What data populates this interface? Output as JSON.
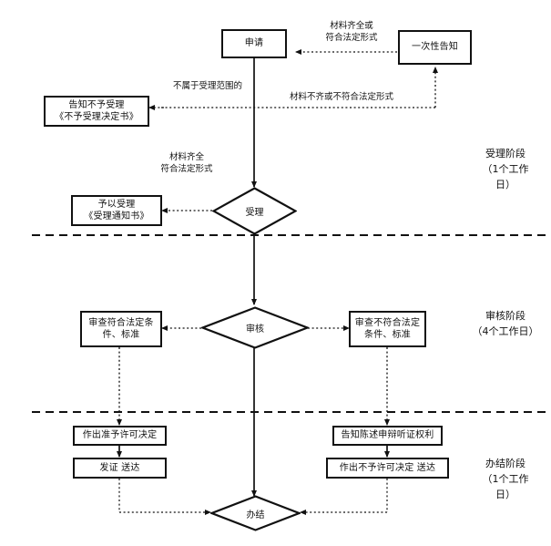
{
  "diagram": {
    "title_nodes": {
      "apply": "申请",
      "one_time_notice": "一次性告知",
      "notify_no_accept": "告知不予受理\n《不予受理决定书》",
      "grant_accept": "予以受理\n《受理通知书》",
      "accept_decision": "受理",
      "review_decision": "审核",
      "review_pass": "审查符合法定条\n件、标准",
      "review_fail": "审查不符合法定\n条件、标准",
      "make_permit_decision": "作出准予许可决定",
      "issue_and_deliver": "发证  送达",
      "notify_rights": "告知陈述申辩听证权利",
      "make_deny_decision": "作出不予许可决定  送达",
      "complete_decision": "办结"
    },
    "edge_labels": {
      "materials_complete_or_legal": "材料齐全或\n符合法定形式",
      "not_in_scope": "不属于受理范围的",
      "materials_incomplete": "材料不齐或不符合法定形式",
      "materials_complete_legal": "材料齐全\n符合法定形式"
    },
    "stage_labels": {
      "accept_stage": "受理阶段\n（1个工作\n日）",
      "review_stage": "审核阶段\n（4个工作日）",
      "complete_stage": "办结阶段\n（1个工作\n日）"
    },
    "colors": {
      "stroke": "#111111",
      "background": "#ffffff"
    }
  }
}
